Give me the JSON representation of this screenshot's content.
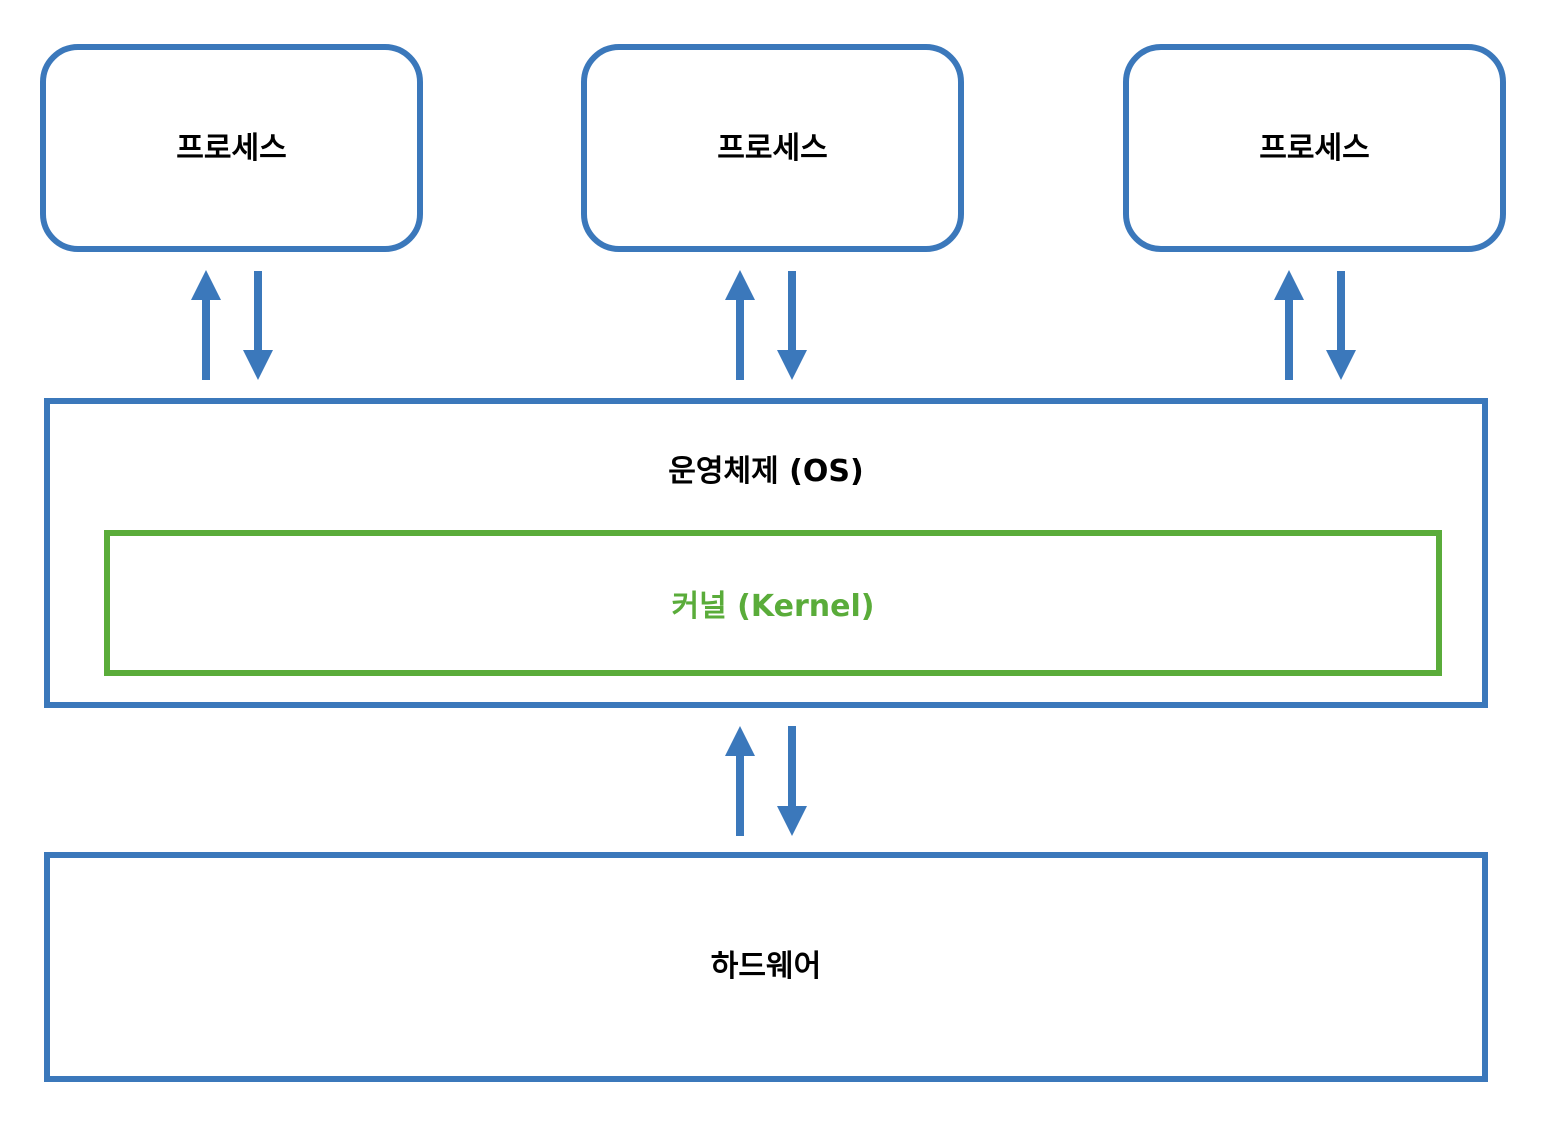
{
  "processes": [
    {
      "label": "프로세스"
    },
    {
      "label": "프로세스"
    },
    {
      "label": "프로세스"
    }
  ],
  "os": {
    "label": "운영체제 (OS)"
  },
  "kernel": {
    "label": "커널 (Kernel)"
  },
  "hardware": {
    "label": "하드웨어"
  },
  "colors": {
    "box_border": "#3b78bb",
    "kernel_border": "#5aac3a",
    "kernel_text": "#5aac3a",
    "arrow": "#3b78bb"
  },
  "icons": [
    "arrow-up-icon",
    "arrow-down-icon"
  ]
}
